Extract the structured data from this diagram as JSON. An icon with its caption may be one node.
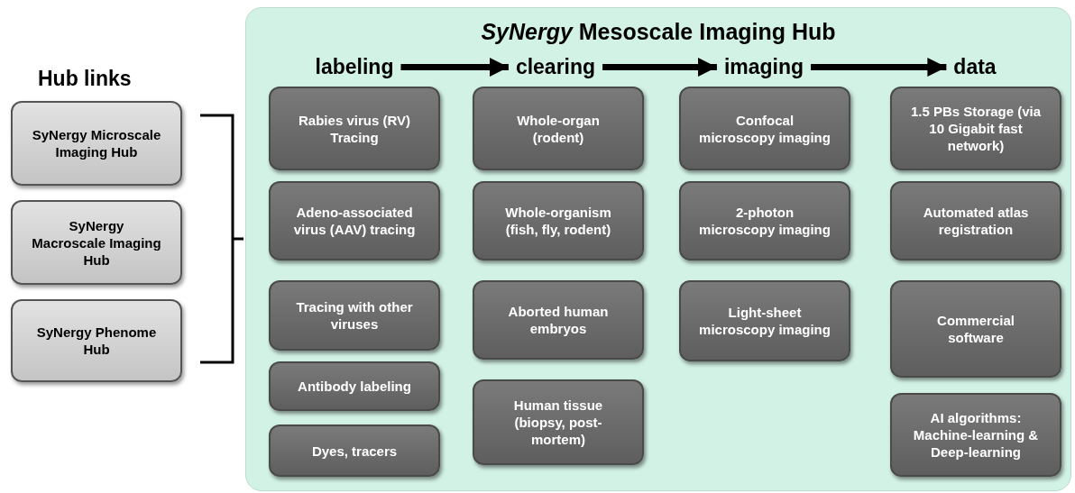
{
  "diagram": {
    "nodes": [
      {
        "text": [
          "SyNergy Microscale Imaging Hub"
        ]
      },
      {
        "text": [
          "SyNergy Macroscale Imaging Hub"
        ]
      },
      {
        "text": [
          "SyNergy Phenome Hub"
        ]
      },
      {
        "text": [
          "*SyNergy* Mesoscale Imaging Hub"
        ]
      },
      {
        "text": [
          "labeling"
        ],
        "in": 3
      },
      {
        "text": [
          "clearing"
        ],
        "in": 3
      },
      {
        "text": [
          "imaging"
        ],
        "in": 3
      },
      {
        "text": [
          "data"
        ],
        "in": 3
      },
      {
        "text": [
          "Rabies virus (RV) Tracing"
        ],
        "in": 3
      },
      {
        "text": [
          "Adeno-associated virus (AAV) tracing"
        ],
        "in": 3
      },
      {
        "text": [
          "Tracing with other viruses"
        ],
        "in": 3
      },
      {
        "text": [
          "Antibody labeling"
        ],
        "in": 3
      },
      {
        "text": [
          "Dyes, tracers"
        ],
        "in": 3
      },
      {
        "text": [
          "Whole-organ (rodent)"
        ],
        "in": 3
      },
      {
        "text": [
          "Whole-organism (fish, fly, rodent)"
        ],
        "in": 3
      },
      {
        "text": [
          "Aborted human embryos"
        ],
        "in": 3
      },
      {
        "text": [
          "Human tissue (biopsy, post-mortem)"
        ],
        "in": 3
      },
      {
        "text": [
          "Confocal microscopy imaging"
        ],
        "in": 3
      },
      {
        "text": [
          "2-photon microscopy imaging"
        ],
        "in": 3
      },
      {
        "text": [
          "Light-sheet microscopy imaging"
        ],
        "in": 3
      },
      {
        "text": [
          "1.5 PBs Storage (via 10 Gigabit fast network)"
        ],
        "in": 3
      },
      {
        "text": [
          "Automated atlas registration"
        ],
        "in": 3
      },
      {
        "text": [
          "Commercial software"
        ],
        "in": 3
      },
      {
        "text": [
          "AI algorithms: Machine-learning & Deep-learning"
        ],
        "in": 3
      }
    ],
    "edges": [
      {
        "from": 4,
        "to": 5,
        "arrow": "to"
      },
      {
        "from": 5,
        "to": 6,
        "arrow": "to"
      },
      {
        "from": 6,
        "to": 7,
        "arrow": "to"
      }
    ],
    "labels": [
      "Hub links"
    ]
  }
}
